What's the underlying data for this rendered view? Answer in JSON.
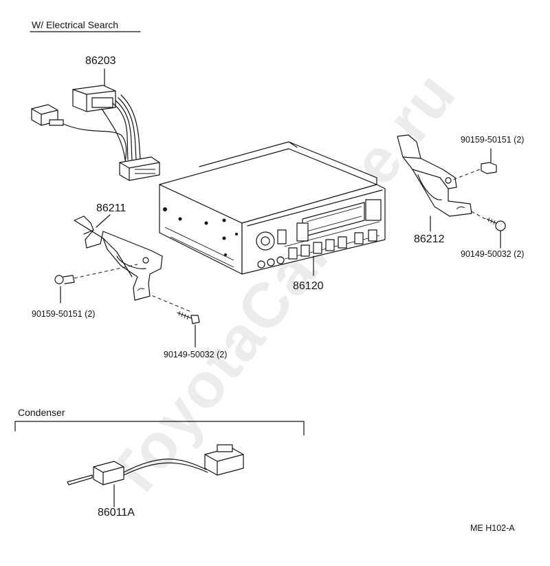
{
  "header": {
    "title": "W/ Electrical Search"
  },
  "parts": {
    "harness": "86203",
    "bracket_left": "86211",
    "bracket_right": "86212",
    "radio": "86120",
    "condenser": "86011A"
  },
  "fasteners": {
    "left_screw": "90159-50151 (2)",
    "left_tapping": "90149-50032 (2)",
    "right_screw": "90159-50151 (2)",
    "right_tapping": "90149-50032 (2)"
  },
  "sections": {
    "condenser": "Condenser"
  },
  "figure_code": "ME  H102-A",
  "watermark": "ToyotaCarline.ru",
  "colors": {
    "ink": "#111111",
    "background": "#ffffff"
  }
}
